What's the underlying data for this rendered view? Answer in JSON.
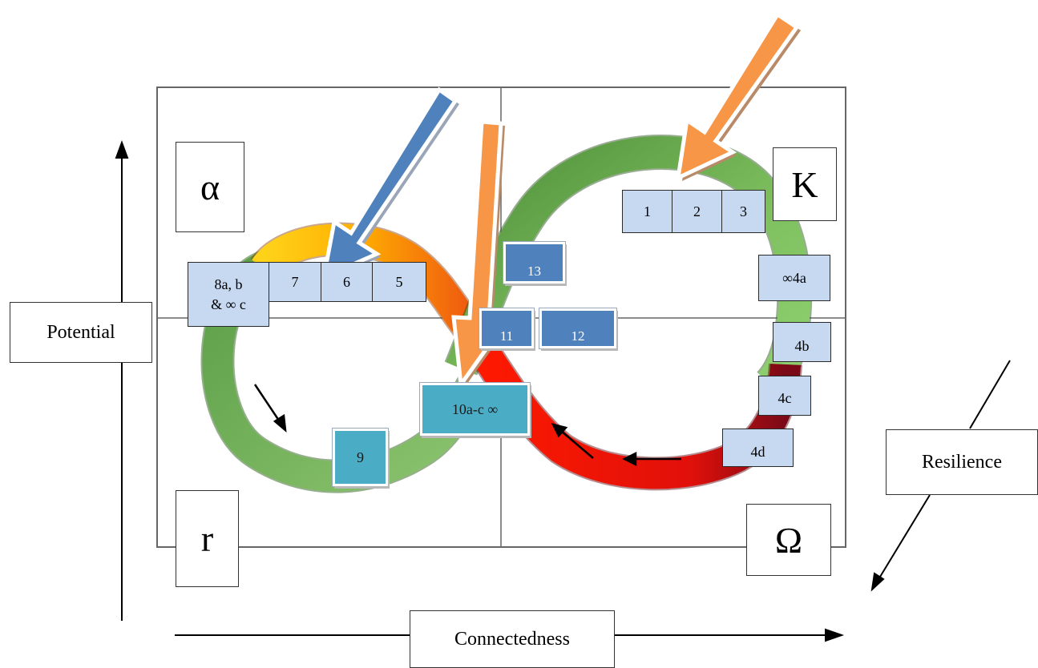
{
  "quadrants": {
    "alpha": "α",
    "k": "K",
    "r": "r",
    "omega": "Ω"
  },
  "axes": {
    "y_label": "Potential",
    "x_label": "Connectedness",
    "z_label": "Resilience"
  },
  "steps": {
    "s1": "1",
    "s2": "2",
    "s3": "3",
    "s4a": "∞4a",
    "s4b": "4b",
    "s4c": "4c",
    "s4d": "4d",
    "s5": "5",
    "s6": "6",
    "s7": "7",
    "s8_line1": "8a, b",
    "s8_line2": "& ∞ c",
    "s9": "9",
    "s10": "10a-c ∞",
    "s11": "11",
    "s12": "12",
    "s13": "13"
  },
  "colors": {
    "green": "#6aaa4a",
    "red": "#e8100e",
    "orange_arrow": "#f79646",
    "blue_arrow": "#4f81bd",
    "step_light": "#c6d9f1",
    "step_teal": "#4bacc6"
  }
}
